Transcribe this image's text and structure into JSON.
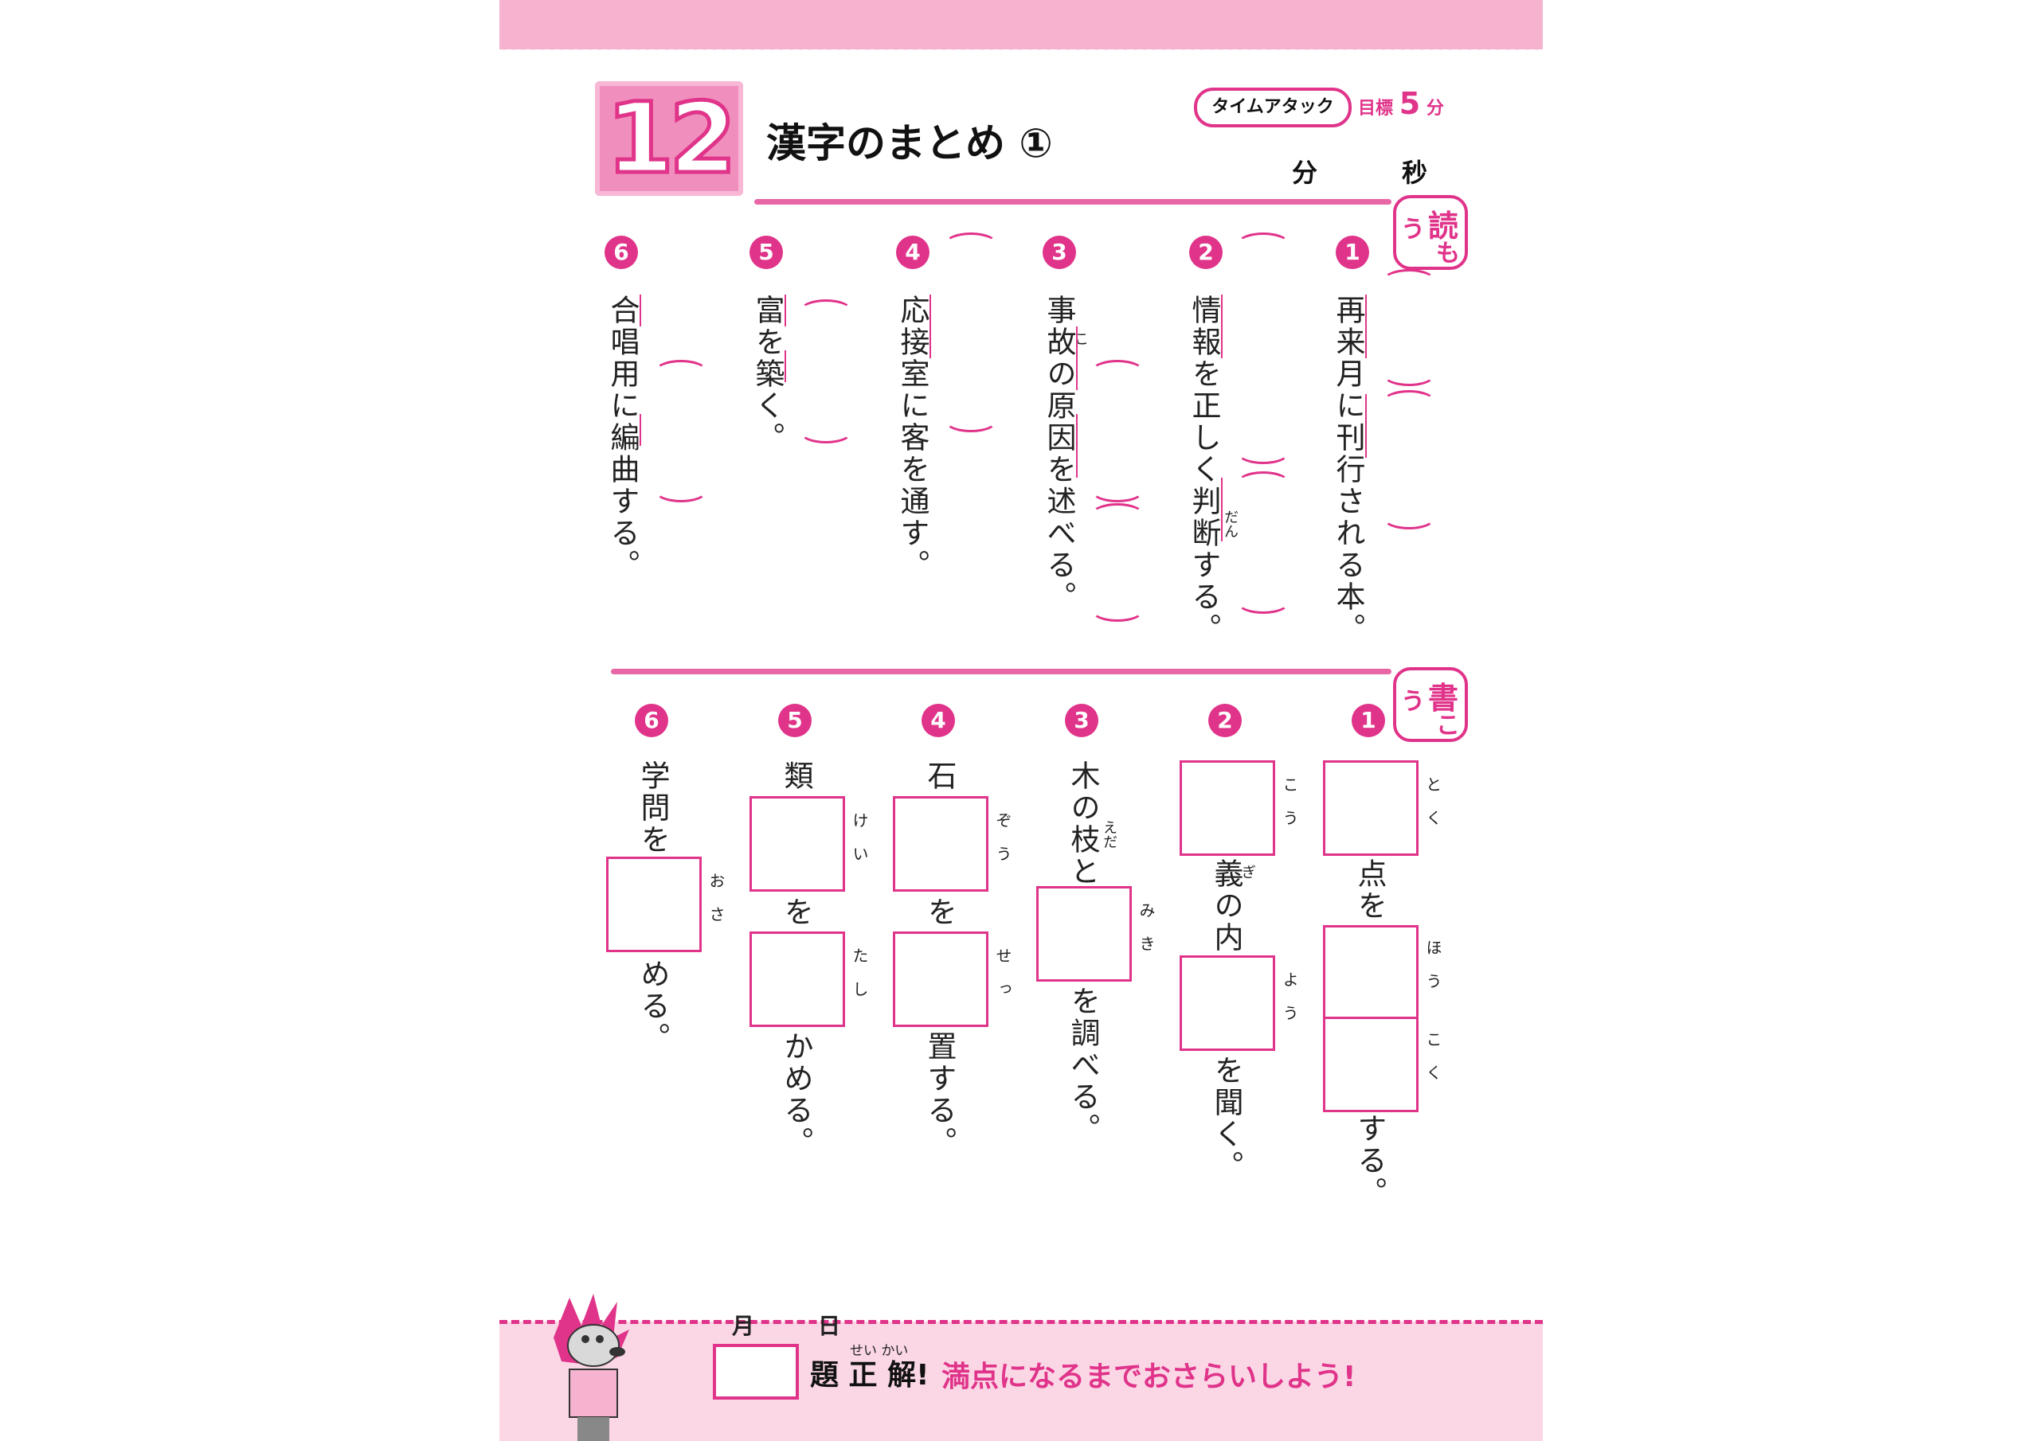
{
  "header": {
    "number": "12",
    "title": "漢字のまとめ ①",
    "time_attack": "タイムアタック",
    "target_label": "目標",
    "target_value": "5",
    "target_unit": "分",
    "min_unit": "分",
    "sec_unit": "秒"
  },
  "reading": {
    "tag": [
      "読",
      "も",
      "う"
    ],
    "questions": [
      {
        "num": "1",
        "text": "再来月に刊行される本。"
      },
      {
        "num": "2",
        "text": "情報を正しく判断する。",
        "ruby": "だん"
      },
      {
        "num": "3",
        "text": "事故の原因を述べる。",
        "ruby": "こ"
      },
      {
        "num": "4",
        "text": "応接室に客を通す。"
      },
      {
        "num": "5",
        "text": "富を築く。"
      },
      {
        "num": "6",
        "text": "合唱用に編曲する。"
      }
    ]
  },
  "writing": {
    "tag": [
      "書",
      "こ",
      "う"
    ],
    "questions": [
      {
        "num": "1",
        "before": "",
        "middle": "点を",
        "after": "する。",
        "ruby1": "とく",
        "ruby2": "ほう",
        "ruby3": "こく"
      },
      {
        "num": "2",
        "before": "",
        "middle": "義の内",
        "after": "を聞く。",
        "ruby1": "こう",
        "ruby2": "よう",
        "ruby_extra": "ぎ"
      },
      {
        "num": "3",
        "before": "木の枝と",
        "middle": "",
        "after": "を調べる。",
        "ruby1": "みき",
        "ruby_extra": "えだ"
      },
      {
        "num": "4",
        "before": "石",
        "middle": "を",
        "after": "置する。",
        "ruby1": "ぞう",
        "ruby2": "せっ"
      },
      {
        "num": "5",
        "before": "類",
        "middle": "を",
        "after": "かめる。",
        "ruby1": "けい",
        "ruby2": "たし"
      },
      {
        "num": "6",
        "before": "学問を",
        "middle": "",
        "after": "める。",
        "ruby1": "おさ"
      }
    ]
  },
  "footer": {
    "month": "月",
    "day": "日",
    "score_label": "題 正 解!",
    "score_ruby": "せい かい",
    "message": "満点になるまでおさらいしよう!"
  },
  "colors": {
    "accent": "#e0338a",
    "band": "#f5b3cf",
    "footer": "#fbd7e6"
  }
}
